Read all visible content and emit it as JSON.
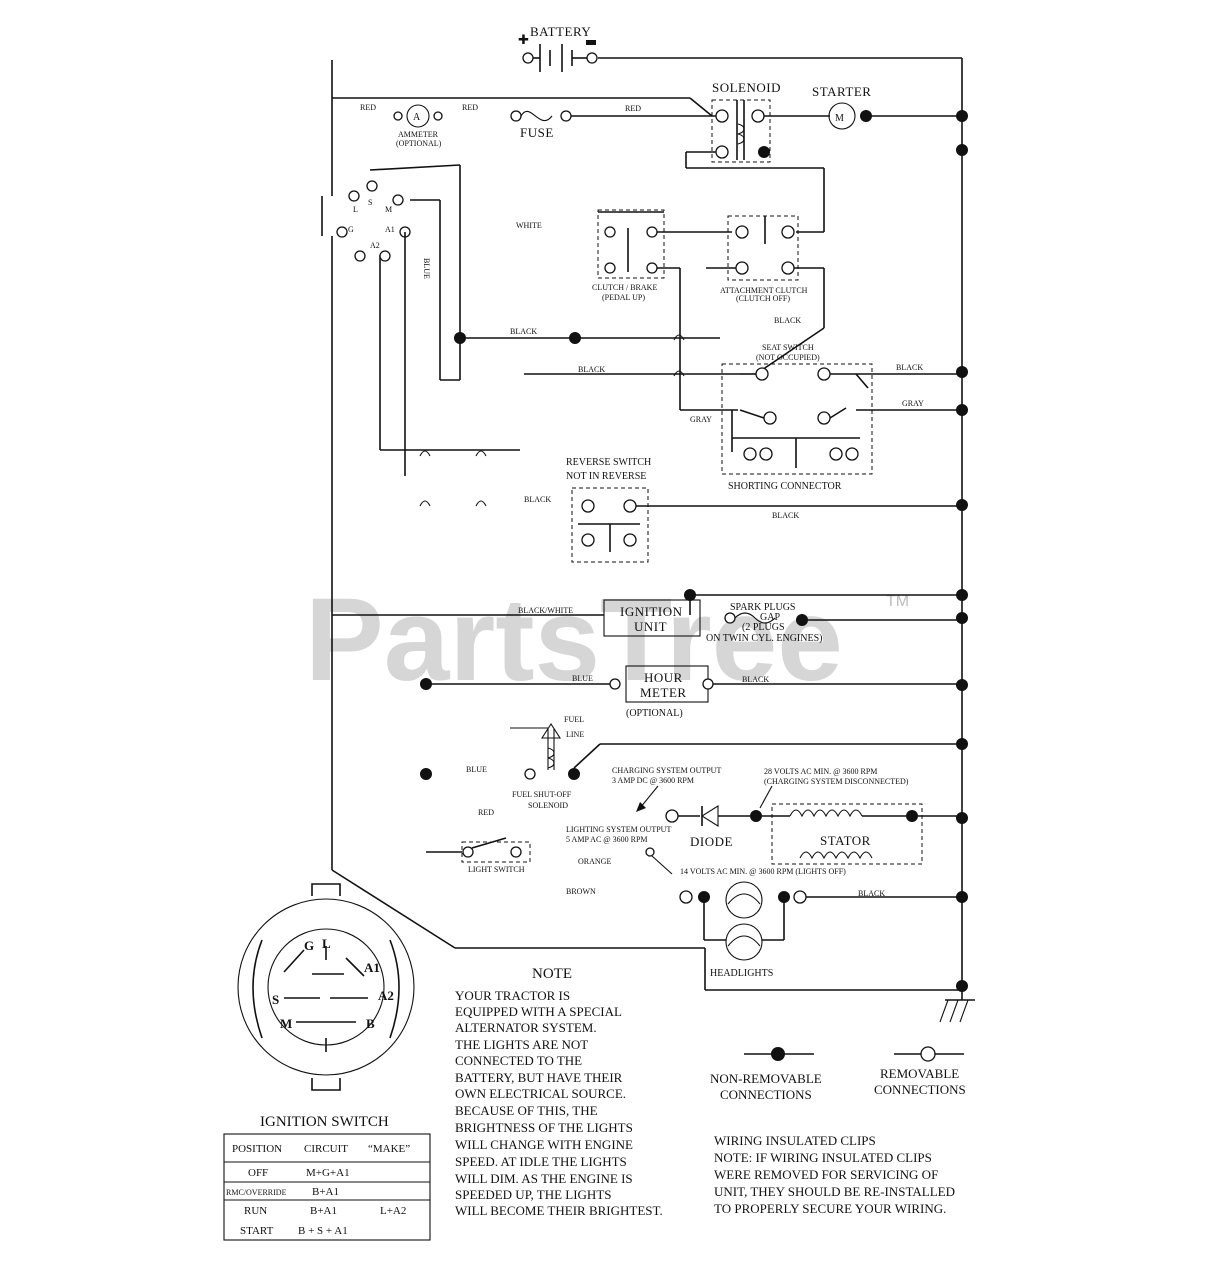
{
  "components": {
    "battery": "BATTERY",
    "solenoid": "SOLENOID",
    "starter": "STARTER",
    "starter_symbol": "M",
    "fuse": "FUSE",
    "ammeter": "AMMETER",
    "ammeter_optional": "(OPTIONAL)",
    "ammeter_symbol": "A",
    "clutch_brake": "CLUTCH / BRAKE",
    "clutch_brake_state": "(PEDAL UP)",
    "attachment_clutch": "ATTACHMENT CLUTCH",
    "attachment_clutch_state": "(CLUTCH OFF)",
    "seat_switch": "SEAT SWITCH",
    "seat_switch_state": "(NOT OCCUPIED)",
    "shorting_connector": "SHORTING CONNECTOR",
    "reverse_switch": "REVERSE SWITCH",
    "reverse_switch_state": "NOT IN REVERSE",
    "ignition_unit": [
      "IGNITION",
      "UNIT"
    ],
    "spark_plugs": [
      "SPARK PLUGS",
      "GAP",
      "(2 PLUGS",
      "ON TWIN CYL. ENGINES)"
    ],
    "hour_meter": [
      "HOUR",
      "METER"
    ],
    "hour_meter_optional": "(OPTIONAL)",
    "fuel_line": [
      "FUEL",
      "LINE"
    ],
    "fuel_solenoid": [
      "FUEL SHUT-OFF",
      "SOLENOID"
    ],
    "charging_output": [
      "CHARGING SYSTEM OUTPUT",
      "3 AMP DC @ 3600 RPM"
    ],
    "ac_rating": [
      "28 VOLTS AC MIN. @ 3600 RPM",
      "(CHARGING SYSTEM DISCONNECTED)"
    ],
    "lighting_output": [
      "LIGHTING SYSTEM OUTPUT",
      "5 AMP AC @ 3600 RPM"
    ],
    "lights_rating": "14 VOLTS AC MIN. @ 3600 RPM (LIGHTS OFF)",
    "diode": "DIODE",
    "stator": "STATOR",
    "light_switch": "LIGHT SWITCH",
    "headlights": "HEADLIGHTS",
    "ignition_switch": "IGNITION SWITCH",
    "switch_terminals": [
      "B",
      "L",
      "S",
      "M",
      "G",
      "A1",
      "A2"
    ]
  },
  "wires": {
    "red": "RED",
    "white": "WHITE",
    "blue": "BLUE",
    "black": "BLACK",
    "gray": "GRAY",
    "black_white": "BLACK/WHITE",
    "orange": "ORANGE",
    "brown": "BROWN"
  },
  "legend": {
    "non_removable": [
      "NON-REMOVABLE",
      "CONNECTIONS"
    ],
    "removable": [
      "REMOVABLE",
      "CONNECTIONS"
    ]
  },
  "note": {
    "title": "NOTE",
    "lines": [
      "YOUR TRACTOR IS",
      "EQUIPPED WITH A SPECIAL",
      "ALTERNATOR SYSTEM.",
      "THE LIGHTS ARE NOT",
      "CONNECTED TO THE",
      "BATTERY, BUT HAVE THEIR",
      "OWN ELECTRICAL SOURCE.",
      "BECAUSE OF THIS, THE",
      "BRIGHTNESS OF THE LIGHTS",
      "WILL CHANGE WITH ENGINE",
      "SPEED.  AT IDLE THE LIGHTS",
      "WILL DIM.  AS THE ENGINE IS",
      "SPEEDED UP, THE LIGHTS",
      "WILL BECOME THEIR BRIGHTEST."
    ]
  },
  "clips_note": {
    "lines": [
      "WIRING INSULATED CLIPS",
      "NOTE: IF WIRING INSULATED CLIPS",
      "WERE REMOVED FOR SERVICING OF",
      "UNIT, THEY SHOULD BE RE-INSTALLED",
      "TO PROPERLY SECURE YOUR WIRING."
    ]
  },
  "ignition_table": {
    "headers": [
      "POSITION",
      "CIRCUIT",
      "“MAKE”"
    ],
    "rows": [
      [
        "OFF",
        "M+G+A1",
        ""
      ],
      [
        "RMC/OVERRIDE",
        "B+A1",
        ""
      ],
      [
        "RUN",
        "B+A1",
        "L+A2"
      ],
      [
        "START",
        "B + S + A1",
        ""
      ]
    ]
  },
  "watermark": {
    "text": "PartsTree",
    "tm": "TM"
  }
}
